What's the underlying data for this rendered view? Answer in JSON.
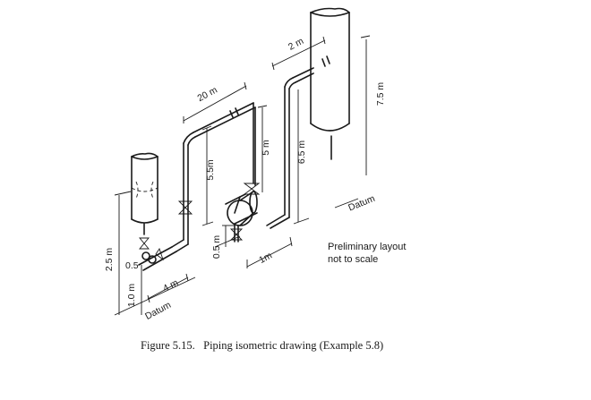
{
  "caption": "Figure 5.15.   Piping isometric drawing (Example 5.8)",
  "note": {
    "line1": "Preliminary layout",
    "line2": "not to scale"
  },
  "dimensions": {
    "d_2_5m": "2.5 m",
    "d_1_0m": "1.0 m",
    "d_0_5_left": "0.5",
    "d_4m": "4 m",
    "d_5_5m": "5.5m",
    "d_0_5m": "0.5 m",
    "d_20m": "20 m",
    "d_5m": "5 m",
    "d_1m": "1m",
    "d_6_5m": "6.5 m",
    "d_2m": "2 m",
    "d_7_5m": "7.5 m"
  },
  "datum_left": "Datum",
  "datum_right": "Datum"
}
